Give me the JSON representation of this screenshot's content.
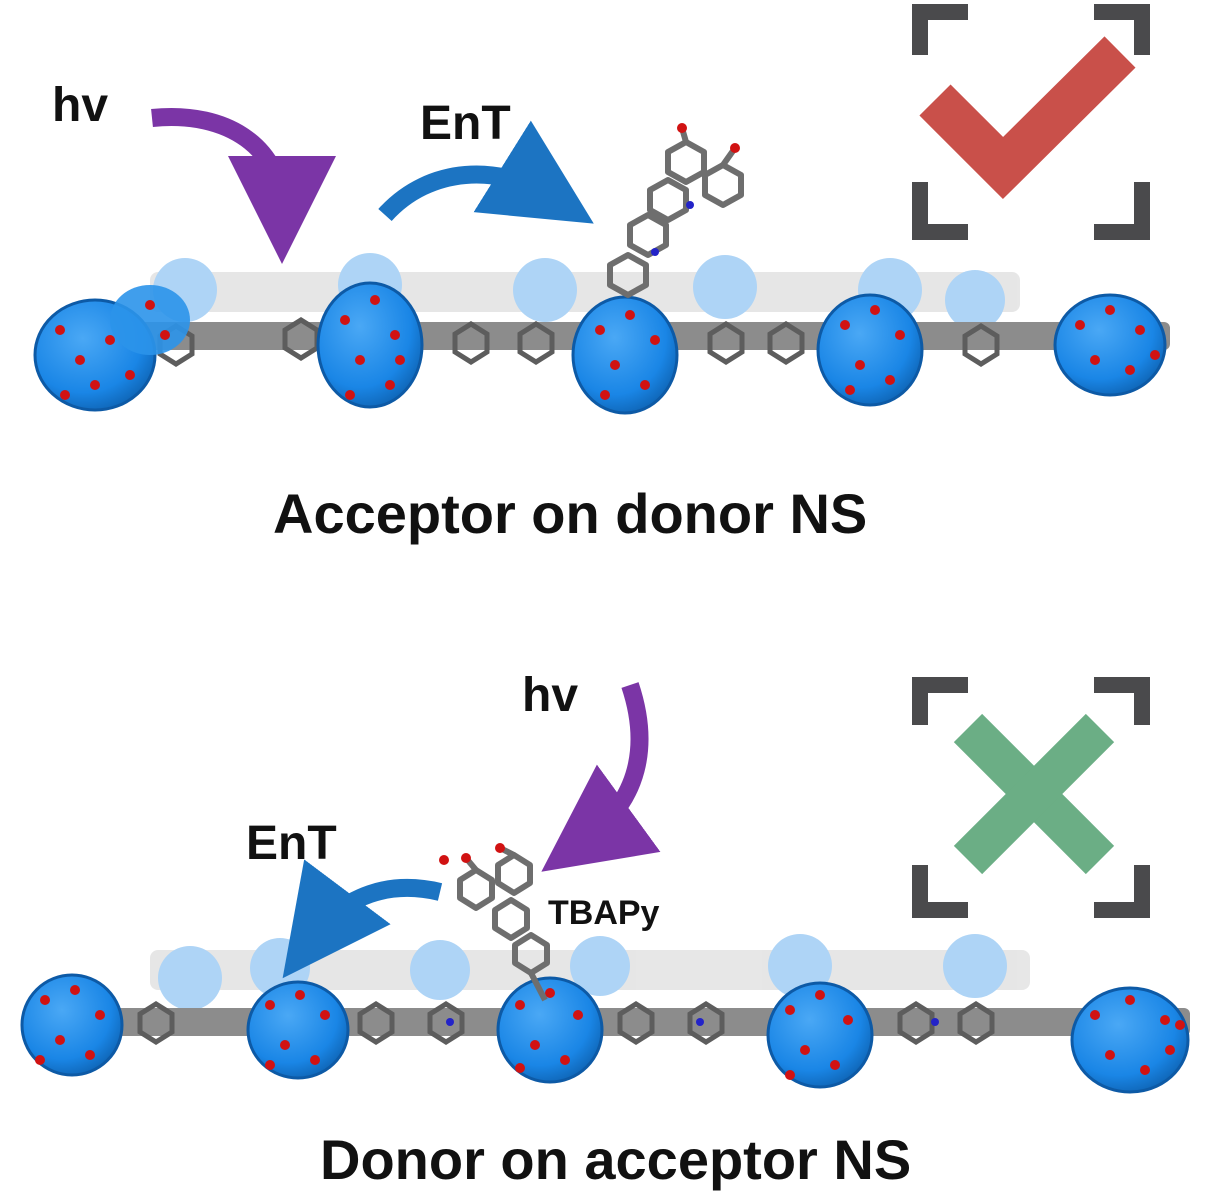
{
  "panel_top": {
    "hv": "hv",
    "ent": "EnT",
    "caption": "Acceptor on donor NS",
    "status_icon": "check-icon",
    "status_color": "#c9504a"
  },
  "panel_bottom": {
    "hv": "hv",
    "ent": "EnT",
    "molecule": "TBAPy",
    "caption": "Donor on acceptor NS",
    "status_icon": "cross-icon",
    "status_color": "#6bae85"
  },
  "colors": {
    "light_arrow": "#7b35a6",
    "energy_arrow": "#1c74c2",
    "cluster_blue": "#1a86e6",
    "oxygen_red": "#d11212",
    "linker_gray": "#7a7a7a",
    "bracket_gray": "#4a4a4c"
  }
}
